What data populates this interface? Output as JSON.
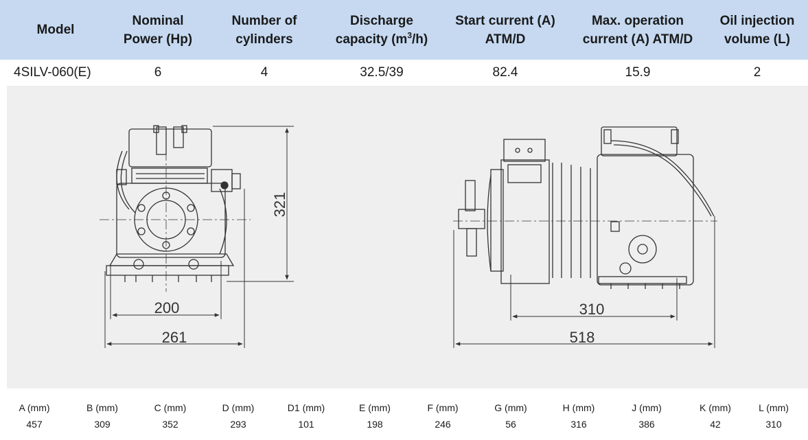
{
  "spec_table": {
    "headers": {
      "model": "Model",
      "nominal_power": [
        "Nominal",
        "Power (Hp)"
      ],
      "cylinders": [
        "Number of",
        "cylinders"
      ],
      "discharge": [
        "Discharge",
        "capacity (m",
        "3",
        "/h)"
      ],
      "start_current": [
        "Start current (A)",
        "ATM/D"
      ],
      "max_current": [
        "Max. operation",
        "current (A) ATM/D"
      ],
      "oil_volume": [
        "Oil injection",
        "volume (L)"
      ]
    },
    "row": {
      "model": "4SILV-060(E)",
      "nominal_power": "6",
      "cylinders": "4",
      "discharge": "32.5/39",
      "start_current": "82.4",
      "max_current": "15.9",
      "oil_volume": "2"
    }
  },
  "drawing": {
    "height_label": "321",
    "front_width_inner": "200",
    "front_width_outer": "261",
    "side_width_inner": "310",
    "side_width_outer": "518"
  },
  "dimensions": [
    {
      "label": "A (mm)",
      "value": "457"
    },
    {
      "label": "B (mm)",
      "value": "309"
    },
    {
      "label": "C (mm)",
      "value": "352"
    },
    {
      "label": "D (mm)",
      "value": "293"
    },
    {
      "label": "D1 (mm)",
      "value": "101"
    },
    {
      "label": "E (mm)",
      "value": "198"
    },
    {
      "label": "F (mm)",
      "value": "246"
    },
    {
      "label": "G (mm)",
      "value": "56"
    },
    {
      "label": "H (mm)",
      "value": "316"
    },
    {
      "label": "J (mm)",
      "value": "386"
    },
    {
      "label": "K (mm)",
      "value": "42"
    },
    {
      "label": "L (mm)",
      "value": "310"
    }
  ]
}
